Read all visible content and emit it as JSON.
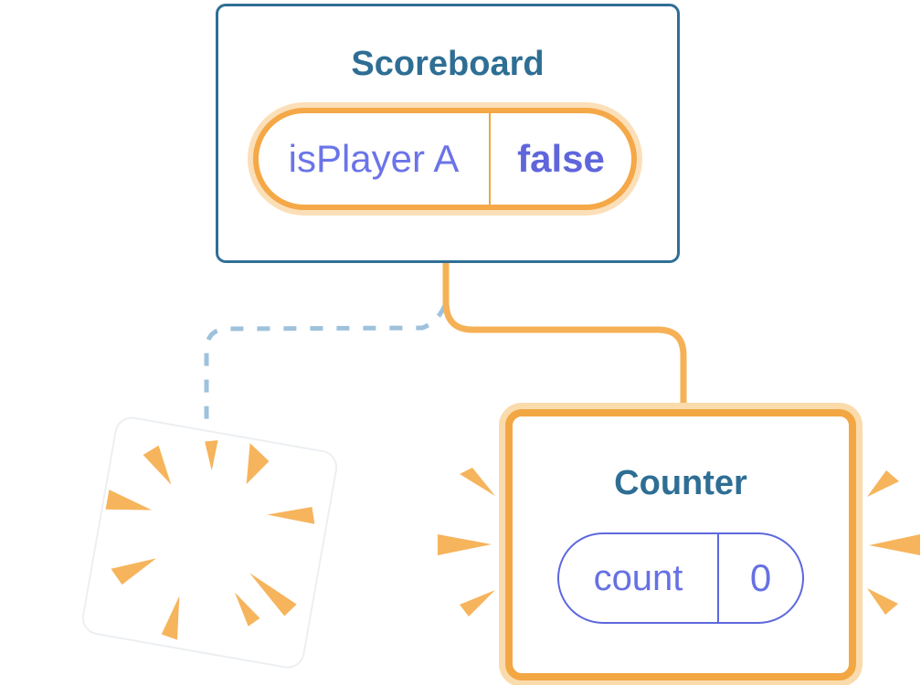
{
  "diagram": {
    "description": "React component-tree state diagram: Scoreboard keeps state while left child is destroyed and a new Counter is added",
    "background": "#ffffff",
    "scoreboard": {
      "title": "Scoreboard",
      "state_label": "isPlayer A",
      "state_value": "false"
    },
    "counter": {
      "title": "Counter",
      "state_label": "count",
      "state_value": "0"
    },
    "icons": {
      "sparkle_large": "sparkle-icon",
      "sparkle_small": "sparkle-icon",
      "explosion": "explosion-burst-icon",
      "emphasis_left": "burst-marks-icon",
      "emphasis_right": "burst-marks-icon"
    },
    "colors": {
      "card_border_blue": "#2F6F96",
      "title_text": "#2E6E94",
      "state_label_text": "#6B74E8",
      "state_value_text": "#5F66DB",
      "pill_border_orange": "#F5A847",
      "pill_halo_orange": "#FBDFB8",
      "counter_border_orange": "#F2A743",
      "counter_halo_orange": "#FADBAC",
      "connector_orange": "#F6B156",
      "connector_dashed_blue": "#9EC2DC",
      "burst_orange": "#F6B45C",
      "pill_border_purple": "#5D68DE"
    }
  }
}
